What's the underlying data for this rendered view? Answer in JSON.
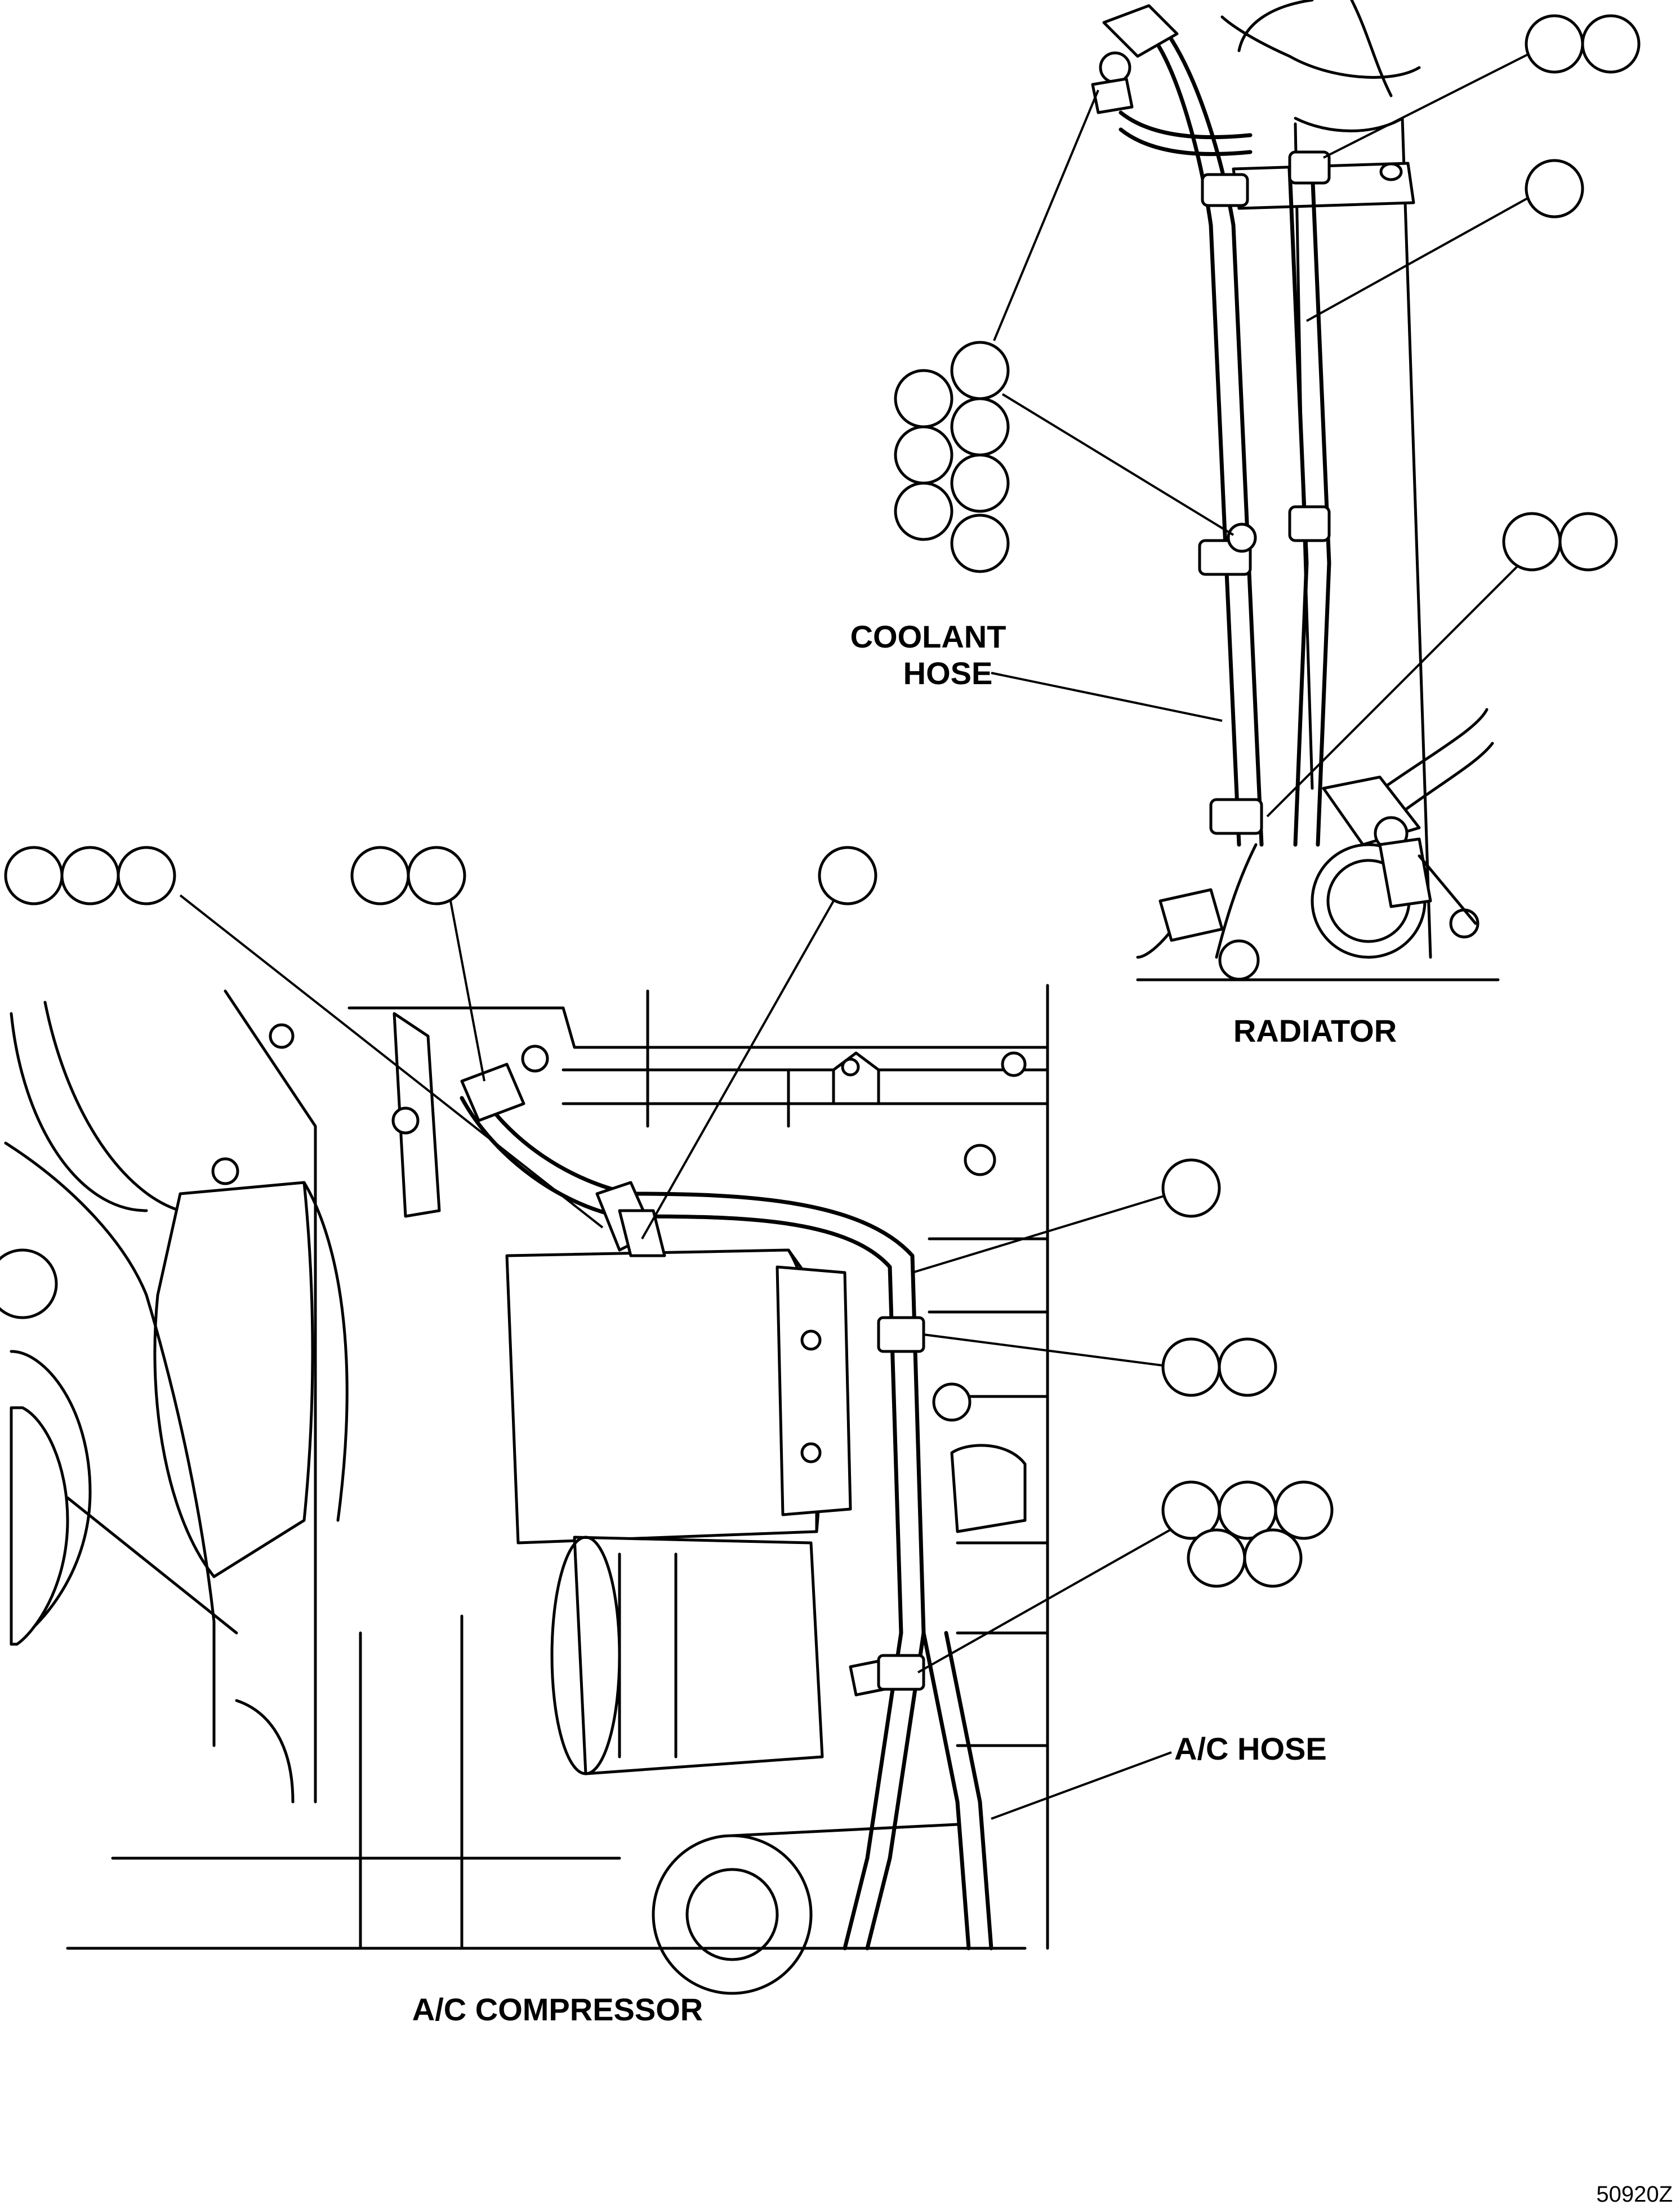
{
  "labels": {
    "coolant_hose_line1": "COOLANT",
    "coolant_hose_line2": "HOSE",
    "radiator": "RADIATOR",
    "ac_hose": "A/C HOSE",
    "ac_compressor": "A/C COMPRESSOR",
    "figure_number": "50920Z"
  }
}
